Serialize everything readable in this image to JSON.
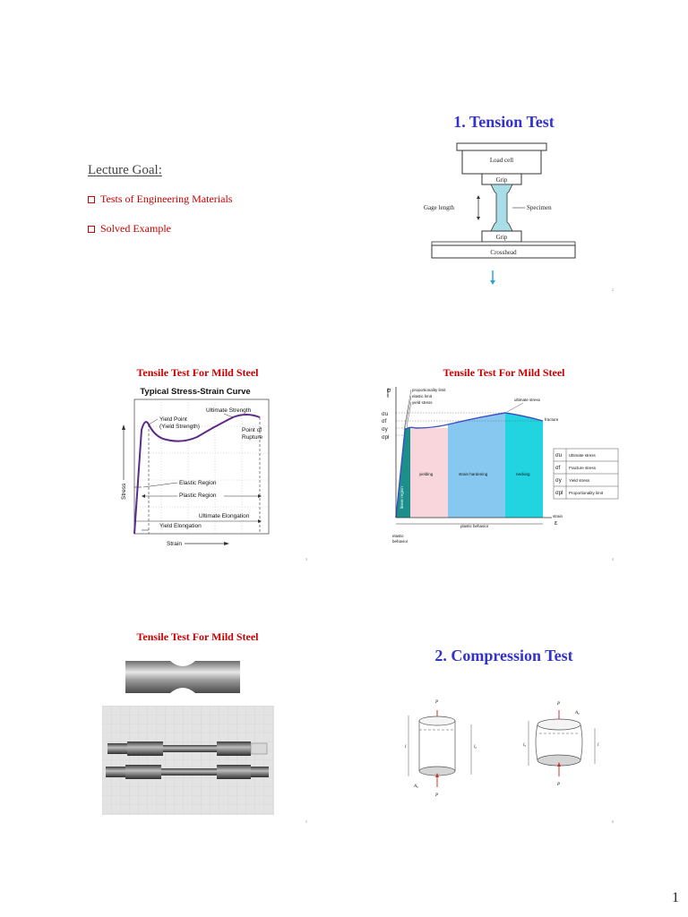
{
  "slide1": {
    "heading": "Lecture Goal:",
    "bullets": [
      "Tests of Engineering Materials",
      "Solved Example"
    ]
  },
  "slide2": {
    "title": "1. Tension Test",
    "labels": {
      "load_cell": "Load cell",
      "grip_top": "Grip",
      "gage_length": "Gage length",
      "specimen": "Specimen",
      "grip_bottom": "Grip",
      "crosshead": "Crosshead"
    }
  },
  "slide3": {
    "title": "Tensile Test For Mild Steel",
    "chart_title": "Typical Stress-Strain Curve",
    "labels": {
      "ultimate_strength": "Ultimate Strength",
      "yield_point": "Yield Point",
      "yield_strength": "(Yield Strength)",
      "point_of": "Point of",
      "rupture": "Rupture",
      "elastic_region": "Elastic Region",
      "plastic_region": "Plastic Region",
      "ultimate_elongation": "Ultimate Elongation",
      "yield_elongation": "Yield Elongation",
      "stress": "Stress",
      "strain": "Strain"
    }
  },
  "slide4": {
    "title": "Tensile Test For Mild Steel",
    "labels": {
      "sigma": "σ",
      "stress": "stress",
      "proportionality_limit": "proportionality limit",
      "elastic_limit": "elastic limit",
      "yield_stress": "yield stress",
      "ultimate_stress": "ultimate stress",
      "fracture": "fracture",
      "sigma_u": "σu",
      "sigma_f": "σf",
      "sigma_y": "σy",
      "sigma_pl": "σpl",
      "linear_region": "linear region",
      "yielding": "yielding",
      "strain_hardening": "strain hardening",
      "necking": "necking",
      "strain": "strain",
      "epsilon": "ε",
      "elastic": "elastic",
      "behavior": "behavior",
      "plastic_behavior": "plastic behavior"
    },
    "legend": [
      {
        "symbol": "σu",
        "text": "Ultimate stress"
      },
      {
        "symbol": "σf",
        "text": "Fracture stress"
      },
      {
        "symbol": "σy",
        "text": "Yield stress"
      },
      {
        "symbol": "σpl",
        "text": "Proportionality limit"
      }
    ]
  },
  "slide5": {
    "title": "Tensile Test For Mild Steel"
  },
  "slide6": {
    "title": "2. Compression Test",
    "labels": {
      "P": "P",
      "A0": "A₀",
      "l": "l",
      "l0": "l₀"
    }
  },
  "page_number": "1"
}
